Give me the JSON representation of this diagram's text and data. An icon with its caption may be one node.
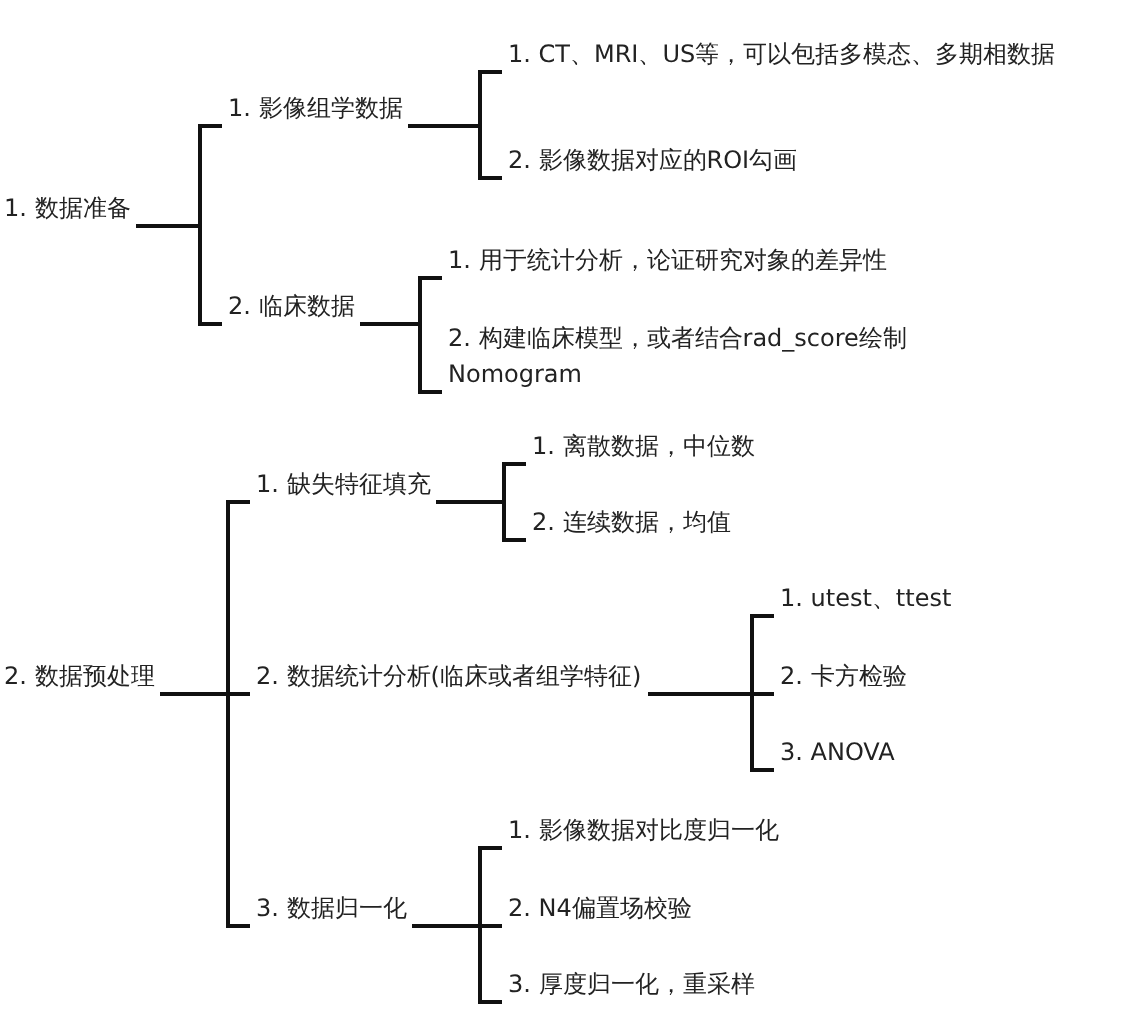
{
  "diagram": {
    "nodes": [
      {
        "text": [
          "1. 数据准备"
        ]
      },
      {
        "text": [
          "1. 影像组学数据"
        ]
      },
      {
        "text": [
          "1. CT、MRI、US等，可以包括多模态、多期相数据"
        ]
      },
      {
        "text": [
          "2. 影像数据对应的ROI勾画"
        ]
      },
      {
        "text": [
          "2. 临床数据"
        ]
      },
      {
        "text": [
          "1. 用于统计分析，论证研究对象的差异性"
        ]
      },
      {
        "text": [
          "2. 构建临床模型，或者结合rad_score绘制 Nomogram"
        ]
      },
      {
        "text": [
          "2. 数据预处理"
        ]
      },
      {
        "text": [
          "1. 缺失特征填充"
        ]
      },
      {
        "text": [
          "1. 离散数据，中位数"
        ]
      },
      {
        "text": [
          "2. 连续数据，均值"
        ]
      },
      {
        "text": [
          "2. 数据统计分析(临床或者组学特征)"
        ]
      },
      {
        "text": [
          "1. utest、ttest"
        ]
      },
      {
        "text": [
          "2. 卡方检验"
        ]
      },
      {
        "text": [
          "3. ANOVA"
        ]
      },
      {
        "text": [
          "3. 数据归一化"
        ]
      },
      {
        "text": [
          "1. 影像数据对比度归一化"
        ]
      },
      {
        "text": [
          "2. N4偏置场校验"
        ]
      },
      {
        "text": [
          "3. 厚度归一化，重采样"
        ]
      }
    ],
    "edges": [
      {
        "from": 0,
        "to": 1,
        "arrow": "none"
      },
      {
        "from": 0,
        "to": 4,
        "arrow": "none"
      },
      {
        "from": 1,
        "to": 2,
        "arrow": "none"
      },
      {
        "from": 1,
        "to": 3,
        "arrow": "none"
      },
      {
        "from": 4,
        "to": 5,
        "arrow": "none"
      },
      {
        "from": 4,
        "to": 6,
        "arrow": "none"
      },
      {
        "from": 7,
        "to": 8,
        "arrow": "none"
      },
      {
        "from": 7,
        "to": 11,
        "arrow": "none"
      },
      {
        "from": 7,
        "to": 15,
        "arrow": "none"
      },
      {
        "from": 8,
        "to": 9,
        "arrow": "none"
      },
      {
        "from": 8,
        "to": 10,
        "arrow": "none"
      },
      {
        "from": 11,
        "to": 12,
        "arrow": "none"
      },
      {
        "from": 11,
        "to": 13,
        "arrow": "none"
      },
      {
        "from": 11,
        "to": 14,
        "arrow": "none"
      },
      {
        "from": 15,
        "to": 16,
        "arrow": "none"
      },
      {
        "from": 15,
        "to": 17,
        "arrow": "none"
      },
      {
        "from": 15,
        "to": 18,
        "arrow": "none"
      }
    ]
  }
}
